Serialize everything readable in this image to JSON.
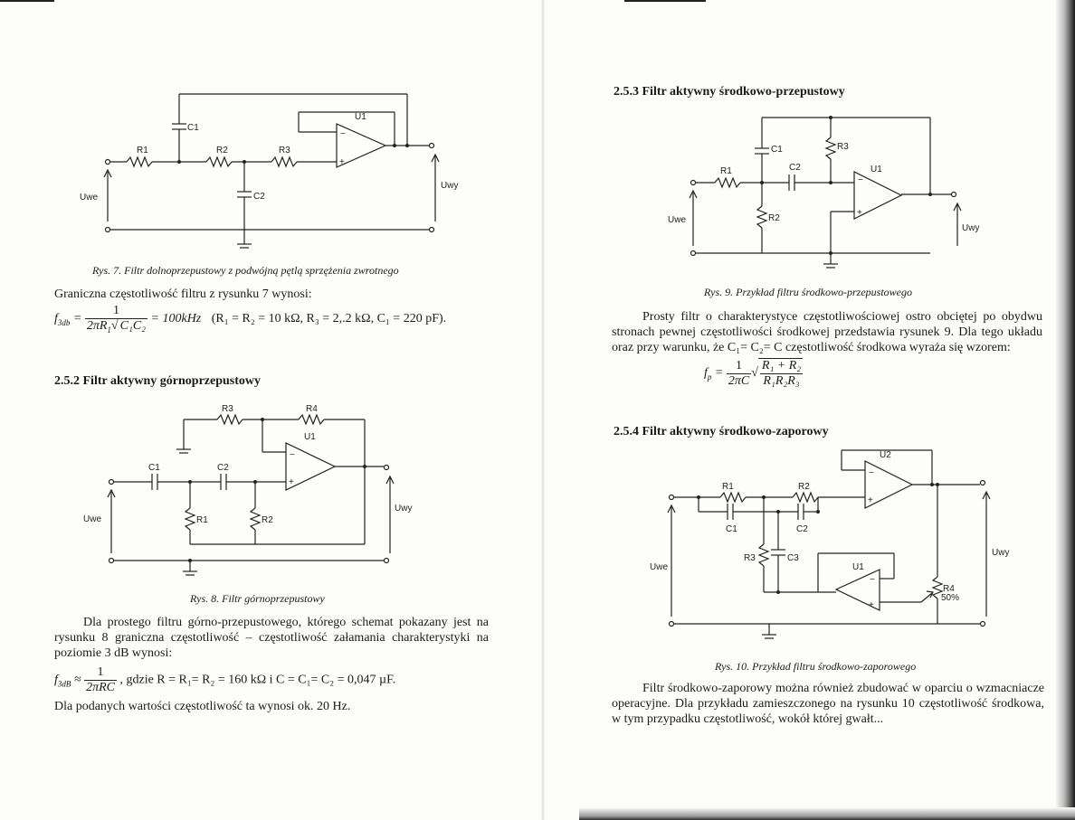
{
  "left": {
    "fig7": {
      "labels": {
        "c1": "C1",
        "r1": "R1",
        "r2": "R2",
        "r3": "R3",
        "c2": "C2",
        "u1": "U1",
        "uwe": "Uwe",
        "uwy": "Uwy",
        "minus": "−",
        "plus": "+"
      },
      "caption": "Rys. 7.  Filtr dolnoprzepustowy z podwójną pętlą sprzężenia zwrotnego"
    },
    "fig7_text": "Graniczna częstotliwość filtru z rysunku 7 wynosi:",
    "formula1": {
      "lhs": "f",
      "lhs_sub": "3db",
      "eq": "=",
      "num": "1",
      "den_a": "2πR",
      "den_sub": "1",
      "den_sqrt": "C₁C₂",
      "result": "= 100kHz",
      "params": "(R₁ = R₂ = 10 kΩ, R₃ = 2,.2 kΩ, C₁ = 220 pF)."
    },
    "section_252": "2.5.2  Filtr aktywny górnoprzepustowy",
    "fig8": {
      "labels": {
        "r3": "R3",
        "r4": "R4",
        "u1": "U1",
        "c1": "C1",
        "c2": "C2",
        "r1": "R1",
        "r2": "R2",
        "uwe": "Uwe",
        "uwy": "Uwy",
        "minus": "−",
        "plus": "+"
      },
      "caption": "Rys. 8.  Filtr górnoprzepustowy"
    },
    "fig8_paragraph": "Dla prostego filtru górno-przepustowego, którego schemat pokazany jest na rysunku 8 graniczna częstotliwość – częstotliwość załamania charakterystyki na poziomie 3 dB wynosi:",
    "formula2": {
      "lhs": "f",
      "lhs_sub": "3dB",
      "eq": "≈",
      "num": "1",
      "den": "2πRC",
      "rest": ",     gdzie R = R₁= R₂ = 160 kΩ  i  C = C₁= C₂ = 0,047 µF."
    },
    "fig8_result": "Dla podanych wartości częstotliwość ta wynosi ok. 20 Hz."
  },
  "right": {
    "section_253": "2.5.3 Filtr aktywny środkowo-przepustowy",
    "fig9": {
      "labels": {
        "c1": "C1",
        "r3": "R3",
        "r1": "R1",
        "c2": "C2",
        "u1": "U1",
        "r2": "R2",
        "uwe": "Uwe",
        "uwy": "Uwy",
        "minus": "−",
        "plus": "+"
      },
      "caption": "Rys. 9.  Przykład filtru środkowo-przepustowego"
    },
    "fig9_paragraph": "Prosty filtr o charakterystyce częstotliwościowej ostro obciętej po obydwu stronach pewnej częstotliwości środkowej przedstawia rysunek 9. Dla tego układu oraz przy warunku, że C₁= C₂= C częstotliwość środkowa wyraża się wzorem:",
    "formula3": {
      "lhs": "f",
      "lhs_sub": "p",
      "eq": "=",
      "num": "1",
      "den": "2πC",
      "sqrt_num": "R₁ + R₂",
      "sqrt_den": "R₁R₂R₃"
    },
    "section_254": "2.5.4  Filtr aktywny środkowo-zaporowy",
    "fig10": {
      "labels": {
        "u2": "U2",
        "r1": "R1",
        "r2": "R2",
        "c1": "C1",
        "c2": "C2",
        "r3": "R3",
        "c3": "C3",
        "u1": "U1",
        "r4": "R4",
        "pct": "50%",
        "uwe": "Uwe",
        "uwy": "Uwy",
        "minus": "−",
        "plus": "+"
      },
      "caption": "Rys. 10.  Przykład filtru środkowo-zaporowego"
    },
    "fig10_paragraph": "Filtr środkowo-zaporowy można również zbudować w oparciu o wzmacniacze operacyjne. Dla przykładu zamieszczonego na rysunku 10 częstotliwość środkowa, w tym przypadku częstotliwość, wokół której gwałt..."
  }
}
